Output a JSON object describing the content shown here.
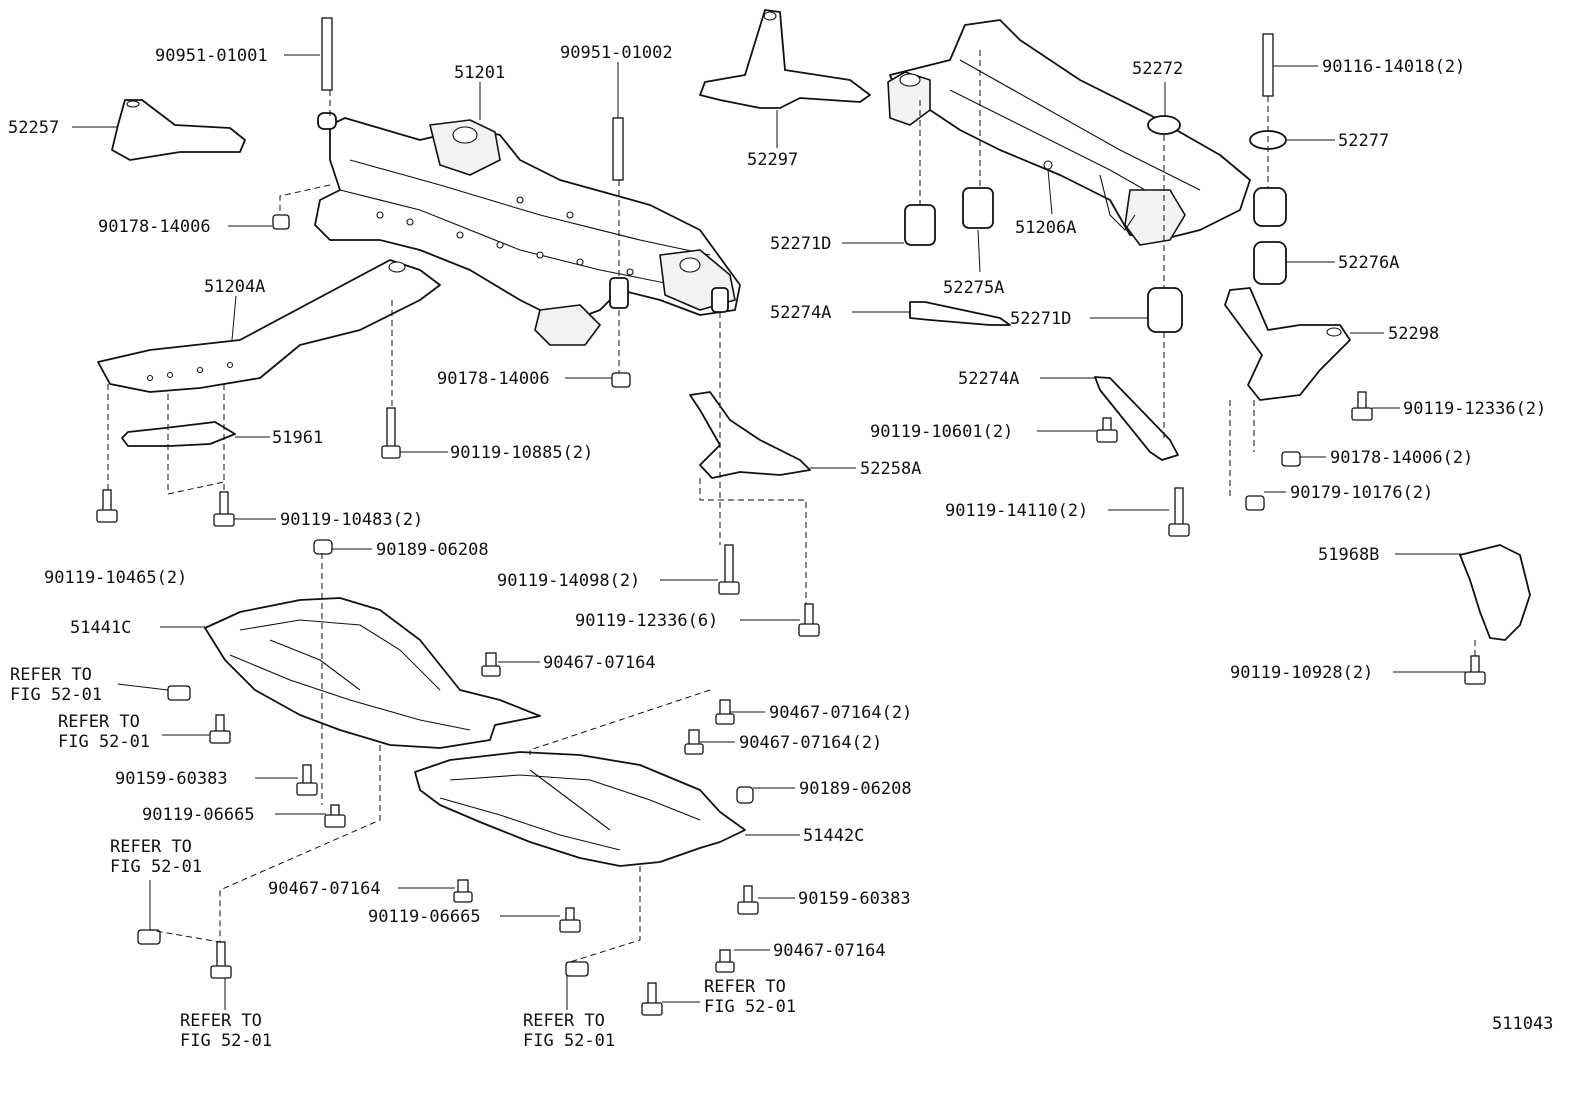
{
  "figure_code": "511043",
  "labels": {
    "p90951_01001": "90951-01001",
    "p52257": "52257",
    "p51201": "51201",
    "p90951_01002": "90951-01002",
    "p52297": "52297",
    "p90178_14006_a": "90178-14006",
    "p51204A": "51204A",
    "p90178_14006_b": "90178-14006",
    "p51961": "51961",
    "p90119_10885": "90119-10885(2)",
    "p90119_10483": "90119-10483(2)",
    "p90119_10465": "90119-10465(2)",
    "p90189_06208_a": "90189-06208",
    "p90119_14098": "90119-14098(2)",
    "p51441C": "51441C",
    "p90467_07164_a": "90467-07164",
    "p90119_12336_6": "90119-12336(6)",
    "p52258A": "52258A",
    "p90467_07164_2a": "90467-07164(2)",
    "p90467_07164_2b": "90467-07164(2)",
    "p90159_60383_a": "90159-60383",
    "p90119_06665_a": "90119-06665",
    "p90189_06208_b": "90189-06208",
    "p51442C": "51442C",
    "p90467_07164_b": "90467-07164",
    "p90119_06665_b": "90119-06665",
    "p90159_60383_b": "90159-60383",
    "p90467_07164_c": "90467-07164",
    "p52272": "52272",
    "p90116_14018": "90116-14018(2)",
    "p52277": "52277",
    "p52271D_a": "52271D",
    "p52275A": "52275A",
    "p51206A": "51206A",
    "p52276A": "52276A",
    "p52274A_a": "52274A",
    "p52271D_b": "52271D",
    "p52298": "52298",
    "p52274A_b": "52274A",
    "p90119_12336_2": "90119-12336(2)",
    "p90119_10601": "90119-10601(2)",
    "p90178_14006_c": "90178-14006(2)",
    "p90179_10176": "90179-10176(2)",
    "p90119_14110": "90119-14110(2)",
    "p51968B": "51968B",
    "p90119_10928": "90119-10928(2)"
  },
  "refer_notes": {
    "refer_to": "REFER TO",
    "fig": "FIG 52-01"
  }
}
